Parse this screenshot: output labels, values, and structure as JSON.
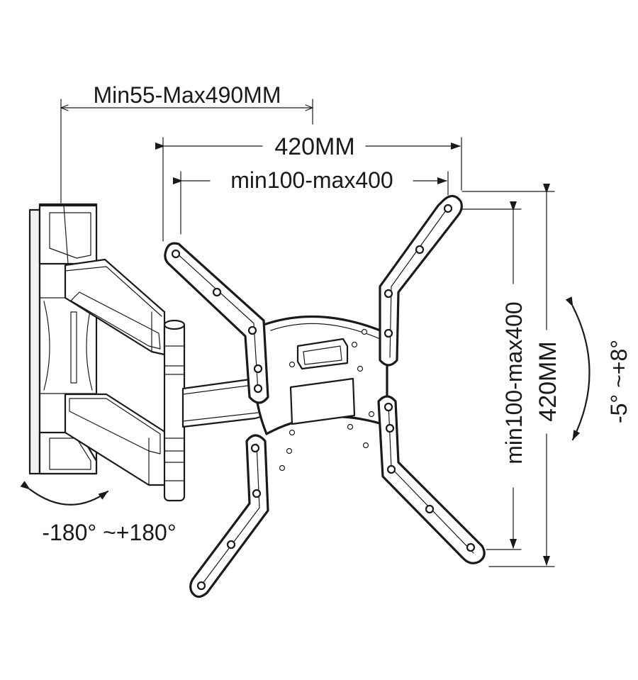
{
  "dimensions": {
    "arm_extension": "Min55-Max490MM",
    "plate_width": "420MM",
    "vesa_horizontal": "min100-max400",
    "vesa_vertical": "min100-max400",
    "plate_height": "420MM"
  },
  "angles": {
    "swivel": "-180° ~+180°",
    "tilt": "-5° ~+8°"
  }
}
